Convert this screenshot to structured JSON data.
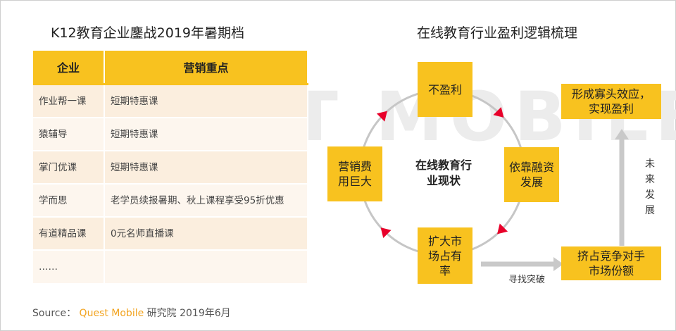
{
  "watermark": "QUEST MOBILE",
  "left_title": "K12教育企业鏖战2019年暑期档",
  "right_title": "在线教育行业盈利逻辑梳理",
  "table": {
    "headers": [
      "企业",
      "营销重点"
    ],
    "rows": [
      [
        "作业帮一课",
        "短期特惠课"
      ],
      [
        "猿辅导",
        "短期特惠课"
      ],
      [
        "掌门优课",
        "短期特惠课"
      ],
      [
        "学而思",
        "老学员续报暑期、秋上课程享受95折优惠"
      ],
      [
        "有道精品课",
        "0元名师直播课"
      ],
      [
        "……",
        ""
      ]
    ]
  },
  "source": {
    "prefix": "Source：",
    "brand": "Quest Mobile",
    "suffix": "研究院 2019年6月"
  },
  "diagram": {
    "center": "在线教育行业现状",
    "cycle": {
      "top": "不盈利",
      "right": "依靠融资发展",
      "bottom": "扩大市场占有率",
      "left": "营销费用巨大"
    },
    "compete": "挤占竞争对手市场份额",
    "profit": "形成寡头效应，实现盈利",
    "vertical_label": "未来发展",
    "horizontal_label": "寻找突破",
    "colors": {
      "box": "#f8c21f",
      "arrow_red": "#e8002a",
      "circle": "#c6c6c6",
      "connector": "#c9c9c9"
    }
  }
}
